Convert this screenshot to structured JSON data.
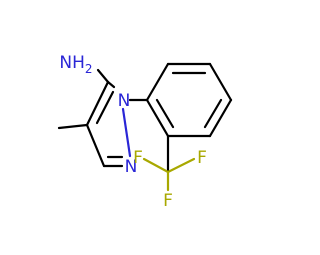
{
  "molecule": {
    "atoms": {
      "amine": "NH2",
      "ring_n1": "N",
      "ring_n2": "N",
      "fluorine_1": "F",
      "fluorine_2": "F",
      "fluorine_3": "F"
    },
    "colors": {
      "carbon_bond": "#000000",
      "nitrogen": "#2a26d6",
      "fluorine": "#a8a800",
      "background": "#ffffff"
    }
  }
}
